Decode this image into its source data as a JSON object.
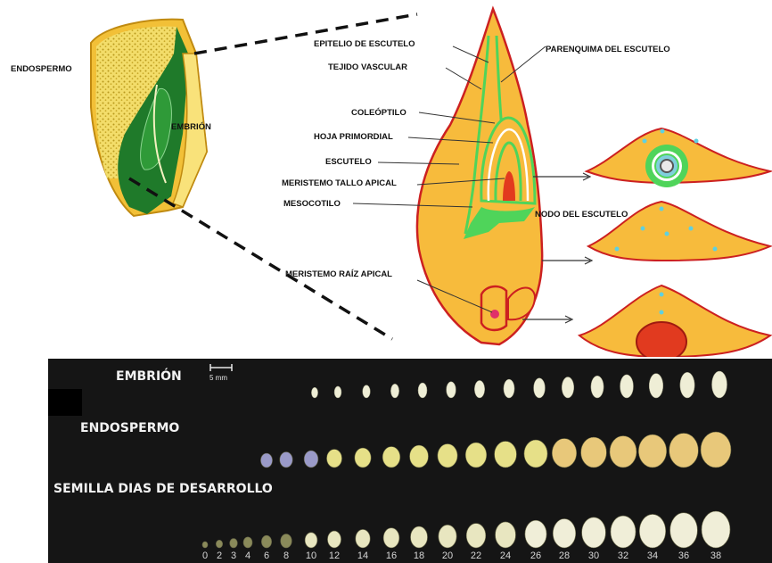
{
  "labels": {
    "endospermo": "ENDOSPERMO",
    "embrion": "EMBRIÓN",
    "epitelio": "EPITELIO DE ESCUTELO",
    "tejido": "TEJIDO VASCULAR",
    "parenquima": "PARENQUIMA DEL ESCUTELO",
    "coleoptilo": "COLEÓPTILO",
    "hoja": "HOJA PRIMORDIAL",
    "escutelo": "ESCUTELO",
    "meristemo_tallo": "MERISTEMO TALLO APICAL",
    "mesocotilo": "MESOCOTILO",
    "nodo": "NODO DEL ESCUTELO",
    "meristemo_raiz": "MERISTEMO RAÍZ APICAL"
  },
  "photo_panel": {
    "row_embrion": "EMBRIÓN",
    "scale_bar": "5 mm",
    "row_endospermo": "ENDOSPERMO",
    "row_semilla": "SEMILLA DIAS DE DESARROLLO",
    "days": [
      "0",
      "2",
      "3",
      "4",
      "6",
      "8",
      "10",
      "12",
      "14",
      "16",
      "18",
      "20",
      "22",
      "24",
      "26",
      "28",
      "30",
      "32",
      "34",
      "36",
      "38"
    ]
  },
  "colors": {
    "endosperm": "#f6c94a",
    "embryo_green": "#1f7a2a",
    "scutellum": "#f7bb3c",
    "outline_red": "#cc2020",
    "vascular_green": "#4fd45a",
    "panel_bg": "#151515"
  }
}
